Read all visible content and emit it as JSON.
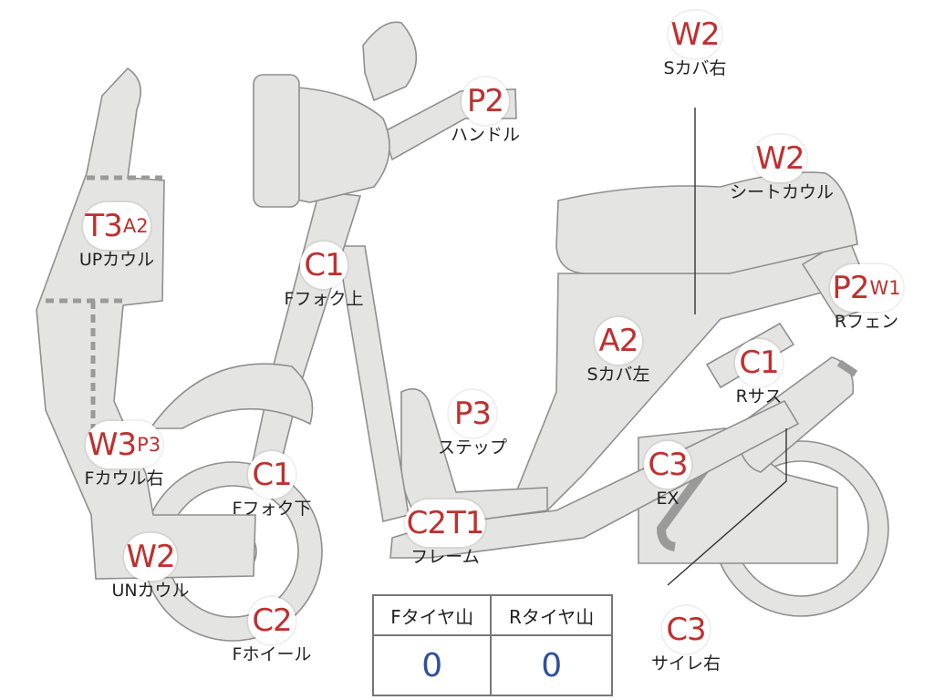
{
  "callouts": [
    {
      "id": "p2-handle",
      "codes": [
        "P2"
      ],
      "label": "ハンドル"
    },
    {
      "id": "w2-scover-right",
      "codes": [
        "W2"
      ],
      "label": "Sカバ右"
    },
    {
      "id": "w2-seat-cowl",
      "codes": [
        "W2"
      ],
      "label": "シートカウル"
    },
    {
      "id": "t3a2-up-cowl",
      "codes": [
        "T3",
        "A2"
      ],
      "label": "UPカウル"
    },
    {
      "id": "c1-ffork-upper",
      "codes": [
        "C1"
      ],
      "label": "Fフォク上"
    },
    {
      "id": "p2w1-rfender",
      "codes": [
        "P2",
        "W1"
      ],
      "label": "Rフェン"
    },
    {
      "id": "a2-scover-left",
      "codes": [
        "A2"
      ],
      "label": "Sカバ左"
    },
    {
      "id": "c1-rsus",
      "codes": [
        "C1"
      ],
      "label": "Rサス"
    },
    {
      "id": "p3-step",
      "codes": [
        "P3"
      ],
      "label": "ステップ"
    },
    {
      "id": "w3p3-fcowl-right",
      "codes": [
        "W3",
        "P3"
      ],
      "label": "Fカウル右"
    },
    {
      "id": "c1-ffork-lower",
      "codes": [
        "C1"
      ],
      "label": "Fフォク下"
    },
    {
      "id": "c3-ex",
      "codes": [
        "C3"
      ],
      "label": "EX"
    },
    {
      "id": "c2t1-frame",
      "codes": [
        "C2",
        "T1"
      ],
      "label": "フレーム"
    },
    {
      "id": "w2-un-cowl",
      "codes": [
        "W2"
      ],
      "label": "UNカウル"
    },
    {
      "id": "c2-fwheel",
      "codes": [
        "C2"
      ],
      "label": "Fホイール"
    },
    {
      "id": "c3-silencer-right",
      "codes": [
        "C3"
      ],
      "label": "サイレ右"
    }
  ],
  "tread_table": {
    "headers": [
      "Fタイヤ山",
      "Rタイヤ山"
    ],
    "values": [
      "0",
      "0"
    ]
  },
  "colors": {
    "code": "#c0302f",
    "value": "#2f4fa0",
    "part": "#e4e4e2"
  }
}
